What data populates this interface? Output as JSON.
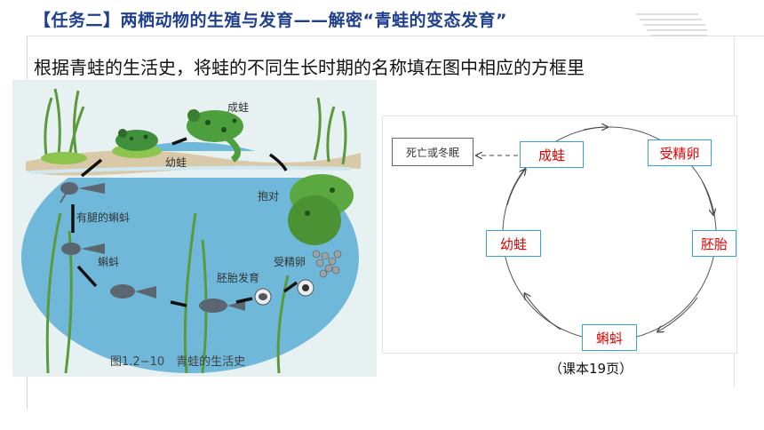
{
  "header": {
    "title": "【任务二】两栖动物的生殖与发育——解密“青蛙的变态发育”",
    "instruction": "根据青蛙的生活史，将蛙的不同生长时期的名称填在图中相应的方框里"
  },
  "illustration": {
    "labels": {
      "adult": "成蛙",
      "froglet": "幼蛙",
      "amplexus": "抱对",
      "fertilized_egg": "受精卵",
      "embryo": "胚胎发育",
      "tadpole": "蝌蚪",
      "legged_tadpole": "有腿的蝌蚪"
    },
    "caption": "图1.2−10　青蛙的生活史"
  },
  "cycle_diagram": {
    "stages": {
      "adult": "成蛙",
      "egg": "受精卵",
      "embryo": "胚胎",
      "tadpole": "蝌蚪",
      "froglet": "幼蛙"
    },
    "end_state": "死亡或冬眠",
    "stage_text_color": "#e60000",
    "stage_border_color": "#3aa0d8"
  },
  "reference": "（课本19页）"
}
